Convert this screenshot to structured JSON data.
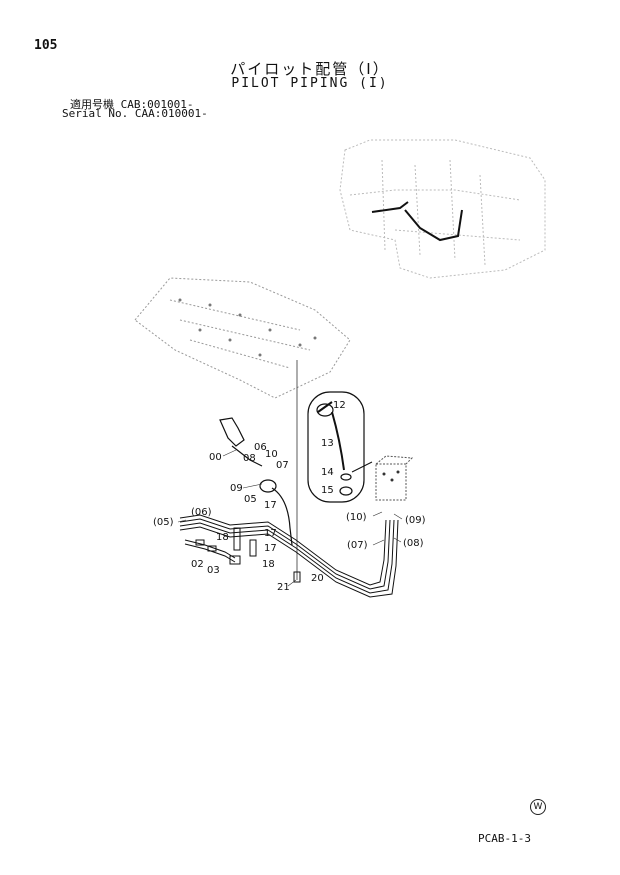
{
  "header": {
    "page_number": "105",
    "title_jp": "パイロット配管（Ⅰ）",
    "title_en": "PILOT PIPING (I)",
    "serial_line_1": "適用号機  CAB:001001-",
    "serial_line_2": "Serial No. CAA:010001-"
  },
  "callouts": [
    "12",
    "13",
    "14",
    "15",
    "00",
    "06",
    "10",
    "08",
    "07",
    "09",
    "05",
    "17",
    "17",
    "17",
    "(06)",
    "(05)",
    "18",
    "18",
    "02",
    "03",
    "21",
    "20",
    "(10)",
    "(09)",
    "(07)",
    "(08)"
  ],
  "footer": {
    "mark": "W",
    "code": "PCAB-1-3"
  }
}
